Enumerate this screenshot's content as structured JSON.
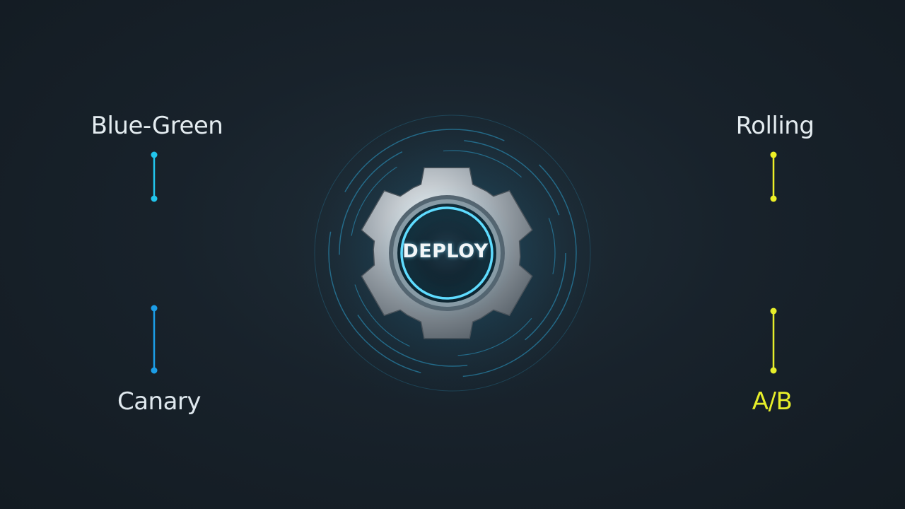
{
  "diagram": {
    "center": {
      "label": "DEPLOY"
    },
    "strategies": [
      {
        "id": "blue-green",
        "label": "Blue-Green",
        "label_color": "#e4ecf0",
        "line_color": "#22c5ec"
      },
      {
        "id": "rolling",
        "label": "Rolling",
        "label_color": "#e4ecf0",
        "line_color": "#eef026"
      },
      {
        "id": "canary",
        "label": "Canary",
        "label_color": "#dfe8ee",
        "line_color": "#1c9de6"
      },
      {
        "id": "ab",
        "label": "A/B",
        "label_color": "#e6ee2a",
        "line_color": "#5fe08e"
      }
    ]
  },
  "colors": {
    "background": "#172028",
    "gear": "#b9c0c6",
    "ring_glow": "#38c8f0"
  }
}
